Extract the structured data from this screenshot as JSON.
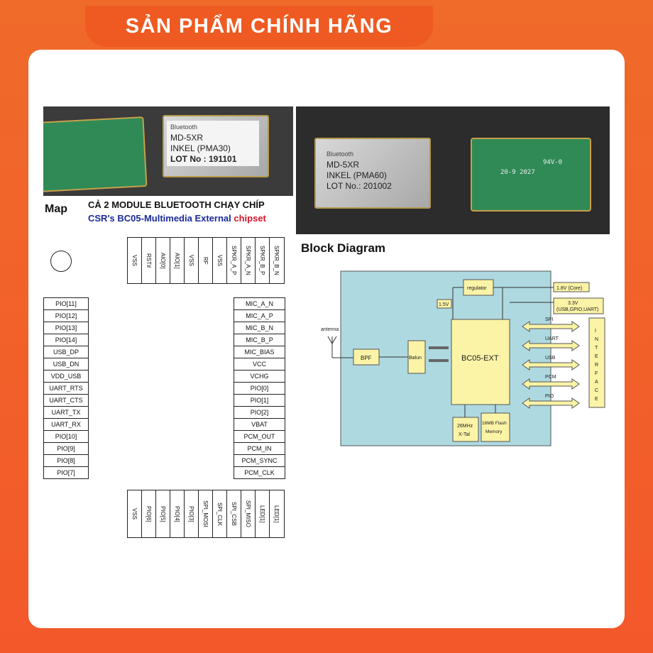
{
  "banner": {
    "text": "SẢN PHẨM CHÍNH HÃNG"
  },
  "photos": {
    "left_chip": {
      "brand": "Bluetooth",
      "model": "MD-5XR",
      "variant": "INKEL (PMA30)",
      "lot": "LOT No : 191101"
    },
    "right_chip": {
      "brand": "Bluetooth",
      "model": "MD-5XR",
      "variant": "INKEL (PMA60)",
      "lot": "LOT No.: 201002"
    },
    "right_pcb_marking": "20-9   2027",
    "right_pcb_marking2": "94V-0"
  },
  "headings": {
    "map": "Map",
    "line1": "CẢ 2 MODULE BLUETOOTH CHẠY CHÍP",
    "line2_a": "CSR's BC05-Multimedia External ",
    "line2_b": "chipset",
    "block_diagram": "Block Diagram"
  },
  "pinmap": {
    "top": [
      "VSS",
      "RST#",
      "AIO[0]",
      "AIO[1]",
      "VSS",
      "RF",
      "VSS",
      "SPKR_A_P",
      "SPKR_A_N",
      "SPKR_B_P",
      "SPKR_B_N"
    ],
    "left": [
      "PIO[11]",
      "PIO[12]",
      "PIO[13]",
      "PIO[14]",
      "USB_DP",
      "USB_DN",
      "VDD_USB",
      "UART_RTS",
      "UART_CTS",
      "UART_TX",
      "UART_RX",
      "PIO[10]",
      "PIO[9]",
      "PIO[8]",
      "PIO[7]"
    ],
    "right": [
      "MIC_A_N",
      "MIC_A_P",
      "MIC_B_N",
      "MIC_B_P",
      "MIC_BIAS",
      "VCC",
      "VCHG",
      "PIO[0]",
      "PIO[1]",
      "PIO[2]",
      "VBAT",
      "PCM_OUT",
      "PCM_IN",
      "PCM_SYNC",
      "PCM_CLK"
    ],
    "bottom": [
      "VSS",
      "PIO[6]",
      "PIO[5]",
      "PIO[4]",
      "PIO[3]",
      "SPI_MOSI",
      "SPI_CLK",
      "SPI_CSB",
      "SPI_MISO",
      "LED[1]",
      "LED[1]"
    ]
  },
  "diagram": {
    "antenna": "antenna",
    "bpf": "BPF",
    "balun": "Balun",
    "core": "BC05-EXT",
    "regulator": "regulator",
    "v15": "1.5V",
    "v18": "1.8V (Core)",
    "v33": "3.3V",
    "v33_sub": "(USB,GPIO,UART)",
    "xtal1": "26MHz",
    "xtal2": "X-Tal",
    "flash1": "16MB Flash",
    "flash2": "Memory",
    "buses": [
      "SPI",
      "UART",
      "USB",
      "PCM",
      "PIO"
    ],
    "interface": "INTERFACE",
    "colors": {
      "bg": "#aed9e0",
      "box": "#fbf3a6",
      "border": "#555555"
    }
  }
}
